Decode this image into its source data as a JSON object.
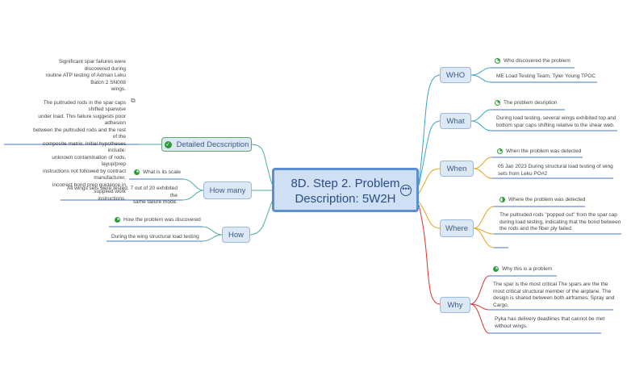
{
  "central": {
    "title_line1": "8D. Step 2. Problem",
    "title_line2": "Description: 5W2H",
    "more_icon": "ellipsis-icon"
  },
  "left": {
    "detailed": {
      "label": "Detailed Decscription",
      "text": [
        "Significant spar failures were discovered during",
        "routine ATP testing of Adman Leku Batch 2 SN008",
        "wings.",
        "",
        "The pultruded rods in the spar caps shifted sparwise",
        "under load.  This failure suggests poor adhesion",
        "between the pultruded rods and the rest of the",
        "composite matrix.  Initial hypotheses include:",
        "unknown contamination of rods, layup/prep",
        "instructions not followed by contract manufacturer,",
        "incorrect bond prep guidance in supplied work",
        "instructions."
      ]
    },
    "how_many": {
      "label": "How many",
      "scale_label": "What is its scale",
      "text": [
        "All wings sets were tested. 7 out of 20 exhibited the",
        "same failure mode."
      ]
    },
    "how": {
      "label": "How",
      "sub_label": "How the problem was discovered",
      "text": "During the wing structural load testing"
    }
  },
  "right": {
    "who": {
      "label": "WHO",
      "sub_label": "Who discovered the problem",
      "text": "ME Load Testing Team, Tyler Young TPOC"
    },
    "what": {
      "label": "What",
      "sub_label": "The problem desription",
      "text": [
        "During load testing, several wings exhibited top and",
        "bottom spar caps shifting relative to the shear web."
      ]
    },
    "when": {
      "label": "When",
      "sub_label": "When the problem was detected",
      "text": [
        "05 Jan 2023 During structural load testing of wing",
        "sets from Leku PO#2"
      ]
    },
    "where": {
      "label": "Where",
      "sub_label": "Where the problem was detected",
      "text": [
        "The pultruded rods \"popped out\" from the spar cap",
        "during load testing, indicating that the bond between",
        "the rods and the fiber ply failed."
      ]
    },
    "why": {
      "label": "Why",
      "sub_label": "Why this is a problem",
      "text1": [
        "The spar is the most critical The spars are the the",
        "most critical structural member of the airplane. The",
        "design is shared between both airframes; Spray and",
        "Cargo."
      ],
      "text2": [
        "Pyka has delivery deadlines that cannot be met",
        "without wings."
      ]
    }
  },
  "colors": {
    "who": "#3aa3c7",
    "what": "#3aa3c7",
    "when": "#e4a21a",
    "where": "#e4a21a",
    "why": "#d9342b",
    "left": "#4fae9f",
    "underline": "#4a76b8"
  }
}
